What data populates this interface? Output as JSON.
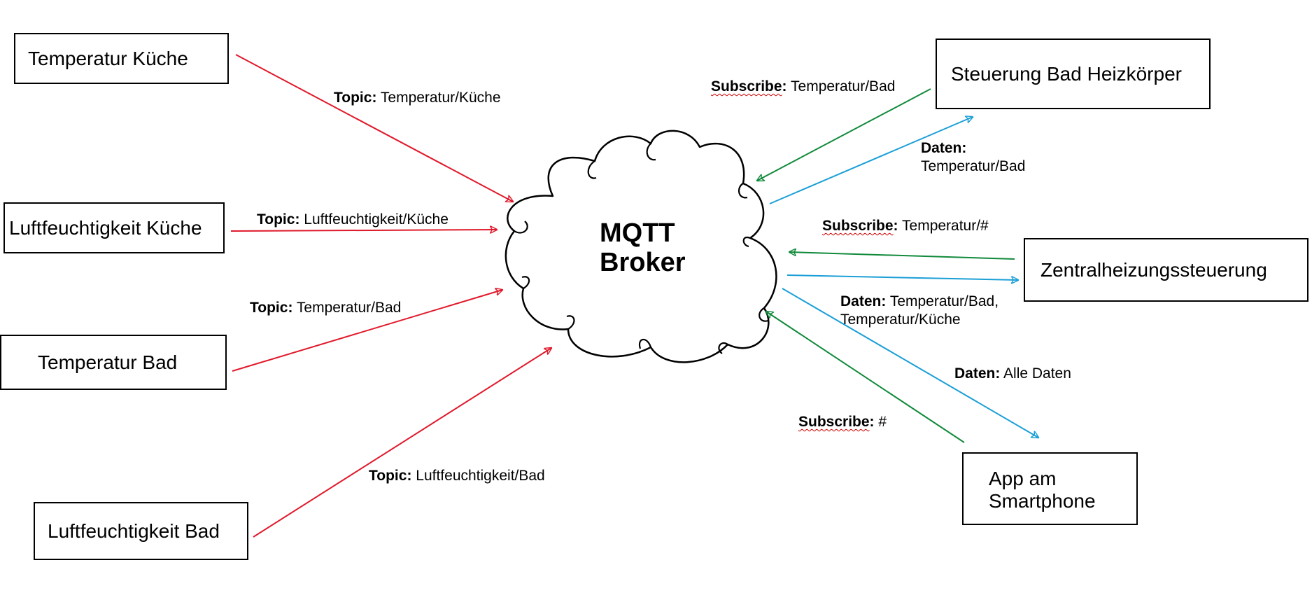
{
  "colors": {
    "publish": "#e0192b",
    "subscribe": "#118a3b",
    "data": "#1b9fd6",
    "outline": "#000000"
  },
  "broker": {
    "line1": "MQTT",
    "line2": "Broker"
  },
  "nodes": {
    "temp_kueche": "Temperatur Küche",
    "hum_kueche": "Luftfeuchtigkeit Küche",
    "temp_bad": "Temperatur Bad",
    "hum_bad": "Luftfeuchtigkeit Bad",
    "heizkoerper": "Steuerung Bad Heizkörper",
    "zentral": "Zentralheizungssteuerung",
    "app_line1": "App am",
    "app_line2": "Smartphone"
  },
  "labels": {
    "topic_key": "Topic:",
    "subscribe_key": "Subscribe",
    "subscribe_colon": ":",
    "daten_key": "Daten:",
    "t_temp_kueche": "Temperatur/Küche",
    "t_hum_kueche": "Luftfeuchtigkeit/Küche",
    "t_temp_bad": "Temperatur/Bad",
    "t_hum_bad": "Luftfeuchtigkeit/Bad",
    "s_heiz": "Temperatur/Bad",
    "d_heiz": "Temperatur/Bad",
    "s_zentral": "Temperatur/#",
    "d_zentral_1": "Temperatur/Bad,",
    "d_zentral_2": "Temperatur/Küche",
    "d_app": "Alle Daten",
    "s_app": "#"
  }
}
